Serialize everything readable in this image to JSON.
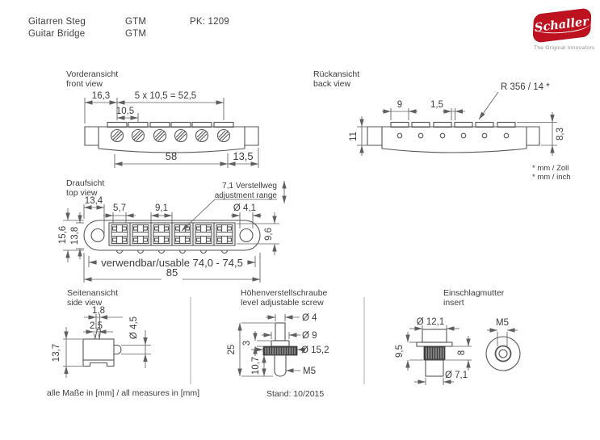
{
  "header": {
    "product_de": "Gitarren Steg",
    "product_en": "Guitar Bridge",
    "model_de": "GTM",
    "model_en": "GTM",
    "pk_label": "PK: 1209"
  },
  "logo": {
    "brand": "Schaller",
    "tagline": "The Original Innovators",
    "brand_color": "#bf1220"
  },
  "views": {
    "front": {
      "title_de": "Vorderansicht",
      "title_en": "front view",
      "dims": {
        "offset_left": "16,3",
        "string_spacing": "5 x 10,5 = 52,5",
        "pitch": "10,5",
        "base_length": "58",
        "end_length": "13,5"
      }
    },
    "back": {
      "title_de": "Rückansicht",
      "title_en": "back view",
      "dims": {
        "saddle_width": "9",
        "saddle_gap": "1,5",
        "radius": "R 356 / 14 *",
        "height_total": "11",
        "height_right": "8,3"
      },
      "note_line1": "* mm / Zoll",
      "note_line2": "* mm / inch"
    },
    "top": {
      "title_de": "Draufsicht",
      "title_en": "top view",
      "annotation_line1": "7,1 Verstellweg",
      "annotation_line2": "adjustment range",
      "dims": {
        "hole_offset": "13,4",
        "slot_width": "5,7",
        "slot_pitch": "9,1",
        "hole_dia": "Ø 4,1",
        "width_outer": "15,6",
        "width_inner": "13,8",
        "width_right": "9,6",
        "usable_range": "verwendbar/usable 74,0 - 74,5",
        "total_length": "85"
      }
    },
    "side": {
      "title_de": "Seitenansicht",
      "title_en": "side view",
      "dims": {
        "tip_width": "1,8",
        "tip_offset": "2,5",
        "screw_dia": "Ø 4,5",
        "height": "13,7"
      }
    },
    "screw": {
      "title_de": "Höhenverstellschraube",
      "title_en": "level adjustable screw",
      "dims": {
        "shaft_dia": "Ø 4",
        "hub_dia": "Ø 9",
        "wheel_dia": "Ø 15,2",
        "thread": "M5",
        "length_total": "25",
        "hub_height": "3",
        "stud_length": "10,7"
      }
    },
    "insert": {
      "title_de": "Einschlagmutter",
      "title_en": "insert",
      "dims": {
        "flange_dia": "Ø 12,1",
        "thread": "M5",
        "height_left": "9,5",
        "height_right": "8",
        "barrel_dia": "Ø 7,1"
      }
    }
  },
  "footer": {
    "units_note": "alle Maße in [mm] / all measures in [mm]",
    "revision": "Stand: 10/2015"
  }
}
